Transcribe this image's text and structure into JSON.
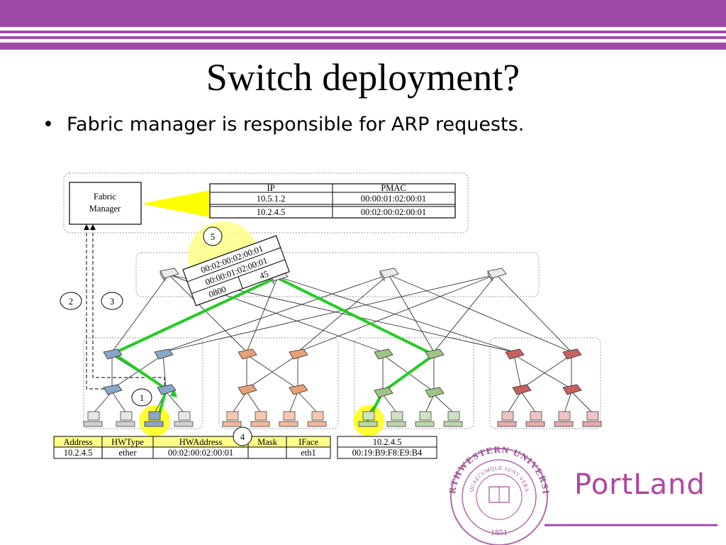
{
  "slide": {
    "title": "Switch deployment?",
    "bullet": "Fabric manager is responsible for ARP requests."
  },
  "diagram": {
    "fabric_manager_label": [
      "Fabric",
      "Manager"
    ],
    "fm_table": {
      "headers": [
        "IP",
        "PMAC"
      ],
      "rows": [
        [
          "10.5.1.2",
          "00:00:01:02:00:01"
        ],
        [
          "10.2.4.5",
          "00:02:00:02:00:01"
        ]
      ]
    },
    "packet": {
      "line1": "00:02:00:02:00:01",
      "line2": "00:00:01:02:00:01",
      "cell_a": "0800",
      "cell_b": "45"
    },
    "steps": [
      "1",
      "2",
      "3",
      "4",
      "5"
    ],
    "arp_table": {
      "headers": [
        "Address",
        "HWType",
        "HWAddress",
        "Mask",
        "IFace"
      ],
      "row": [
        "10.2.4.5",
        "ether",
        "00:02:00:02:00:01",
        "",
        "eth1"
      ]
    },
    "host_box": {
      "ip": "10.2.4.5",
      "mac": "00:19:B9:F8:E9:B4"
    }
  },
  "logo": {
    "seal_top": "NORTHWESTERN UNIVERSITY",
    "seal_inner": "QUAECUMQUE SUNT VERA",
    "seal_year": "1851",
    "brand": "PortLand"
  },
  "colors": {
    "accent": "#a04aa8",
    "green_path": "#22cc22",
    "highlight": "#ffff66",
    "pod1": "#8aa6c8",
    "pod2": "#e8a077",
    "pod3": "#9ec486",
    "pod4": "#c86060"
  }
}
